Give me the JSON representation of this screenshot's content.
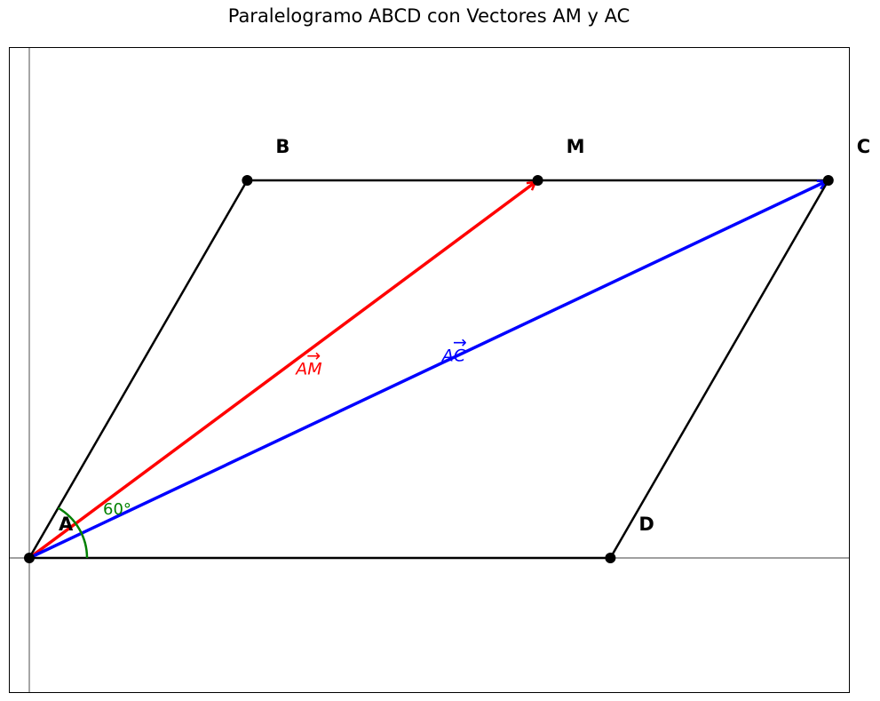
{
  "title": "Paralelogramo ABCD con Vectores AM y AC",
  "points": {
    "A": {
      "label": "A",
      "x": 0,
      "y": 0
    },
    "B": {
      "label": "B",
      "x": 1.5,
      "y": 2.598
    },
    "M": {
      "label": "M",
      "x": 3.5,
      "y": 2.598
    },
    "C": {
      "label": "C",
      "x": 5.5,
      "y": 2.598
    },
    "D": {
      "label": "D",
      "x": 4,
      "y": 0
    }
  },
  "vectors": {
    "AM": {
      "label": "AM",
      "color": "#ff0000"
    },
    "AC": {
      "label": "AC",
      "color": "#0000ff"
    }
  },
  "angle": {
    "label": "60°",
    "degrees": 60,
    "color": "#008000"
  },
  "colors": {
    "edge": "#000000",
    "point": "#000000"
  }
}
